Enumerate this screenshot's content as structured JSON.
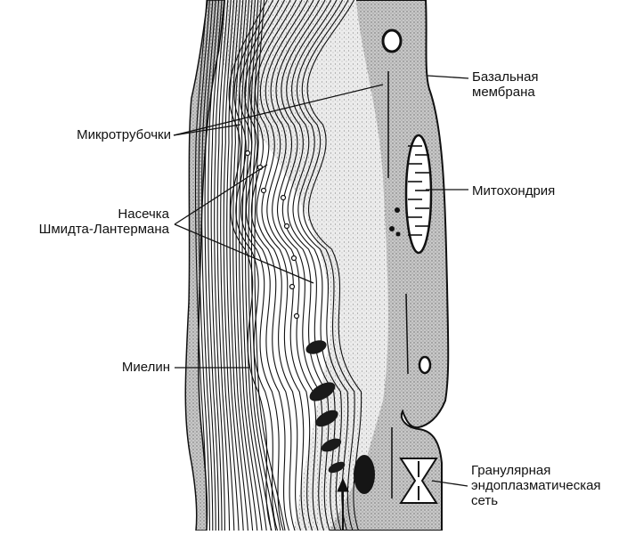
{
  "labels": {
    "microtubules": "Микротрубочки",
    "incisure_line1": "Насечка",
    "incisure_line2": "Шмидта-Лантермана",
    "myelin": "Миелин",
    "basal_line1": "Базальная",
    "basal_line2": "мембрана",
    "mitochondrion": "Митохондрия",
    "er_line1": "Гранулярная",
    "er_line2": "эндоплазматическая",
    "er_line3": "сеть"
  },
  "colors": {
    "ink": "#111111",
    "stipple_cytoplasm": "#b9b9b9",
    "stipple_light": "#dcdcdc",
    "background": "#ffffff"
  }
}
